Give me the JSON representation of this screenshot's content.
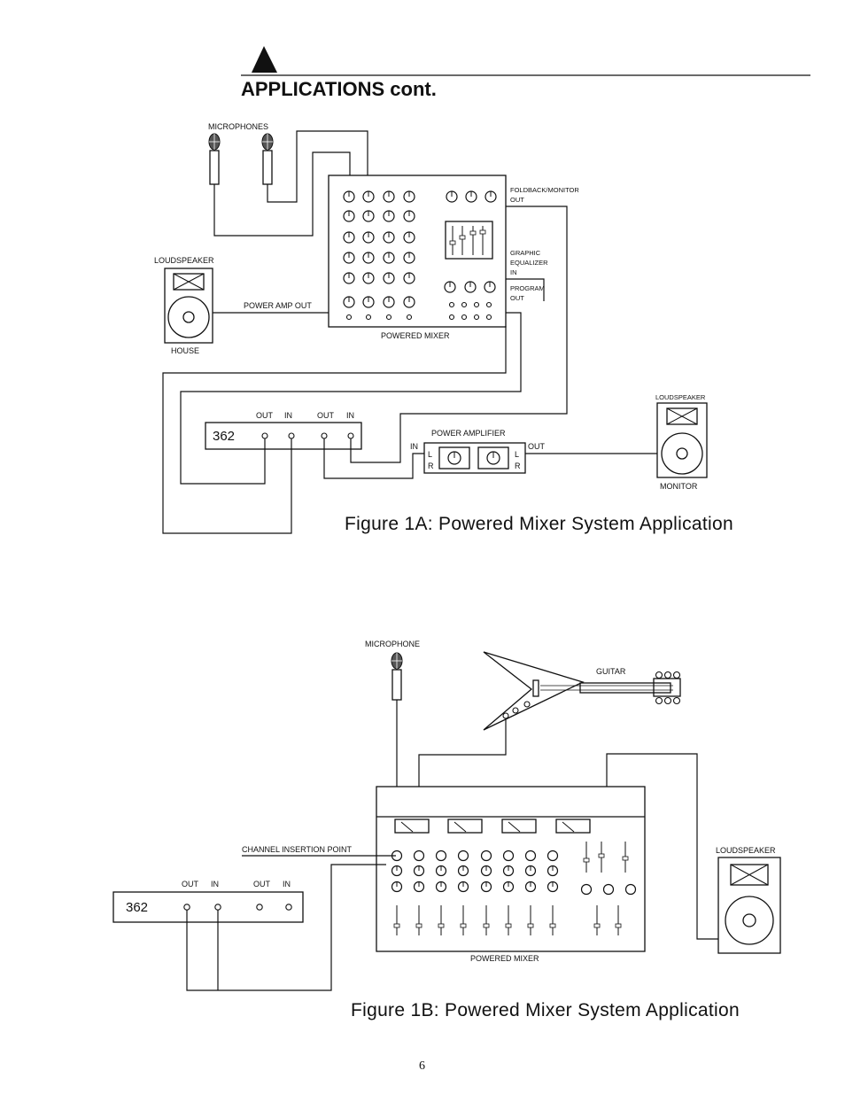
{
  "header": {
    "title": "APPLICATIONS cont."
  },
  "figure_1a": {
    "caption": "Figure 1A: Powered Mixer System Application",
    "labels": {
      "microphones": "MICROPHONES",
      "loudspeaker_house": "LOUDSPEAKER",
      "house": "HOUSE",
      "power_amp_out": "POWER AMP OUT",
      "powered_mixer": "POWERED MIXER",
      "foldback_1": "FOLDBACK/MONITOR",
      "foldback_2": "OUT",
      "geq_1": "GRAPHIC",
      "geq_2": "EQUALIZER",
      "geq_3": "IN",
      "program_1": "PROGRAM",
      "program_2": "OUT",
      "unit_362": "362",
      "out_1": "OUT",
      "in_1": "IN",
      "out_2": "OUT",
      "in_2": "IN",
      "power_amplifier": "POWER AMPLIFIER",
      "amp_in": "IN",
      "amp_out": "OUT",
      "amp_l_left": "L",
      "amp_r_left": "R",
      "amp_l_right": "L",
      "amp_r_right": "R",
      "loudspeaker_monitor": "LOUDSPEAKER",
      "monitor": "MONITOR"
    }
  },
  "figure_1b": {
    "caption": "Figure 1B: Powered Mixer System Application",
    "labels": {
      "microphone": "MICROPHONE",
      "guitar": "GUITAR",
      "channel_insertion_point": "CHANNEL INSERTION POINT",
      "unit_362": "362",
      "out_1": "OUT",
      "in_1": "IN",
      "out_2": "OUT",
      "in_2": "IN",
      "loudspeaker": "LOUDSPEAKER",
      "powered_mixer": "POWERED MIXER"
    }
  },
  "footer": {
    "page_number": "6"
  }
}
